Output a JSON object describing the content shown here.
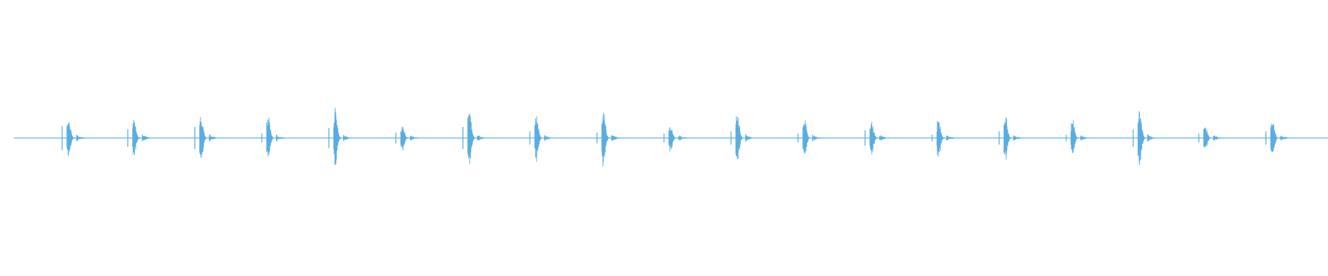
{
  "colors": {
    "waveform": "#5aade0",
    "background": "#ffffff"
  },
  "chart_data": {
    "type": "line",
    "title": "",
    "xlabel": "",
    "ylabel": "",
    "ylim": [
      -1,
      1
    ],
    "grid": false,
    "legend": "none",
    "series": [
      {
        "bursts": [
          {
            "t": 0.042,
            "pre": 0.11,
            "main": 0.19
          },
          {
            "t": 0.092,
            "pre": 0.08,
            "main": 0.16
          },
          {
            "t": 0.143,
            "pre": 0.1,
            "main": 0.2
          },
          {
            "t": 0.194,
            "pre": 0.04,
            "main": 0.19
          },
          {
            "t": 0.245,
            "pre": 0.09,
            "main": 0.27
          },
          {
            "t": 0.296,
            "pre": 0.05,
            "main": 0.12
          },
          {
            "t": 0.347,
            "pre": 0.1,
            "main": 0.23
          },
          {
            "t": 0.398,
            "pre": 0.06,
            "main": 0.19
          },
          {
            "t": 0.449,
            "pre": 0.05,
            "main": 0.25
          },
          {
            "t": 0.5,
            "pre": 0.04,
            "main": 0.11
          },
          {
            "t": 0.551,
            "pre": 0.06,
            "main": 0.21
          },
          {
            "t": 0.602,
            "pre": 0.04,
            "main": 0.17
          },
          {
            "t": 0.653,
            "pre": 0.07,
            "main": 0.17
          },
          {
            "t": 0.704,
            "pre": 0.03,
            "main": 0.18
          },
          {
            "t": 0.755,
            "pre": 0.06,
            "main": 0.2
          },
          {
            "t": 0.806,
            "pre": 0.03,
            "main": 0.15
          },
          {
            "t": 0.857,
            "pre": 0.08,
            "main": 0.25
          },
          {
            "t": 0.907,
            "pre": 0.04,
            "main": 0.12
          },
          {
            "t": 0.958,
            "pre": 0.06,
            "main": 0.19
          }
        ]
      }
    ]
  }
}
